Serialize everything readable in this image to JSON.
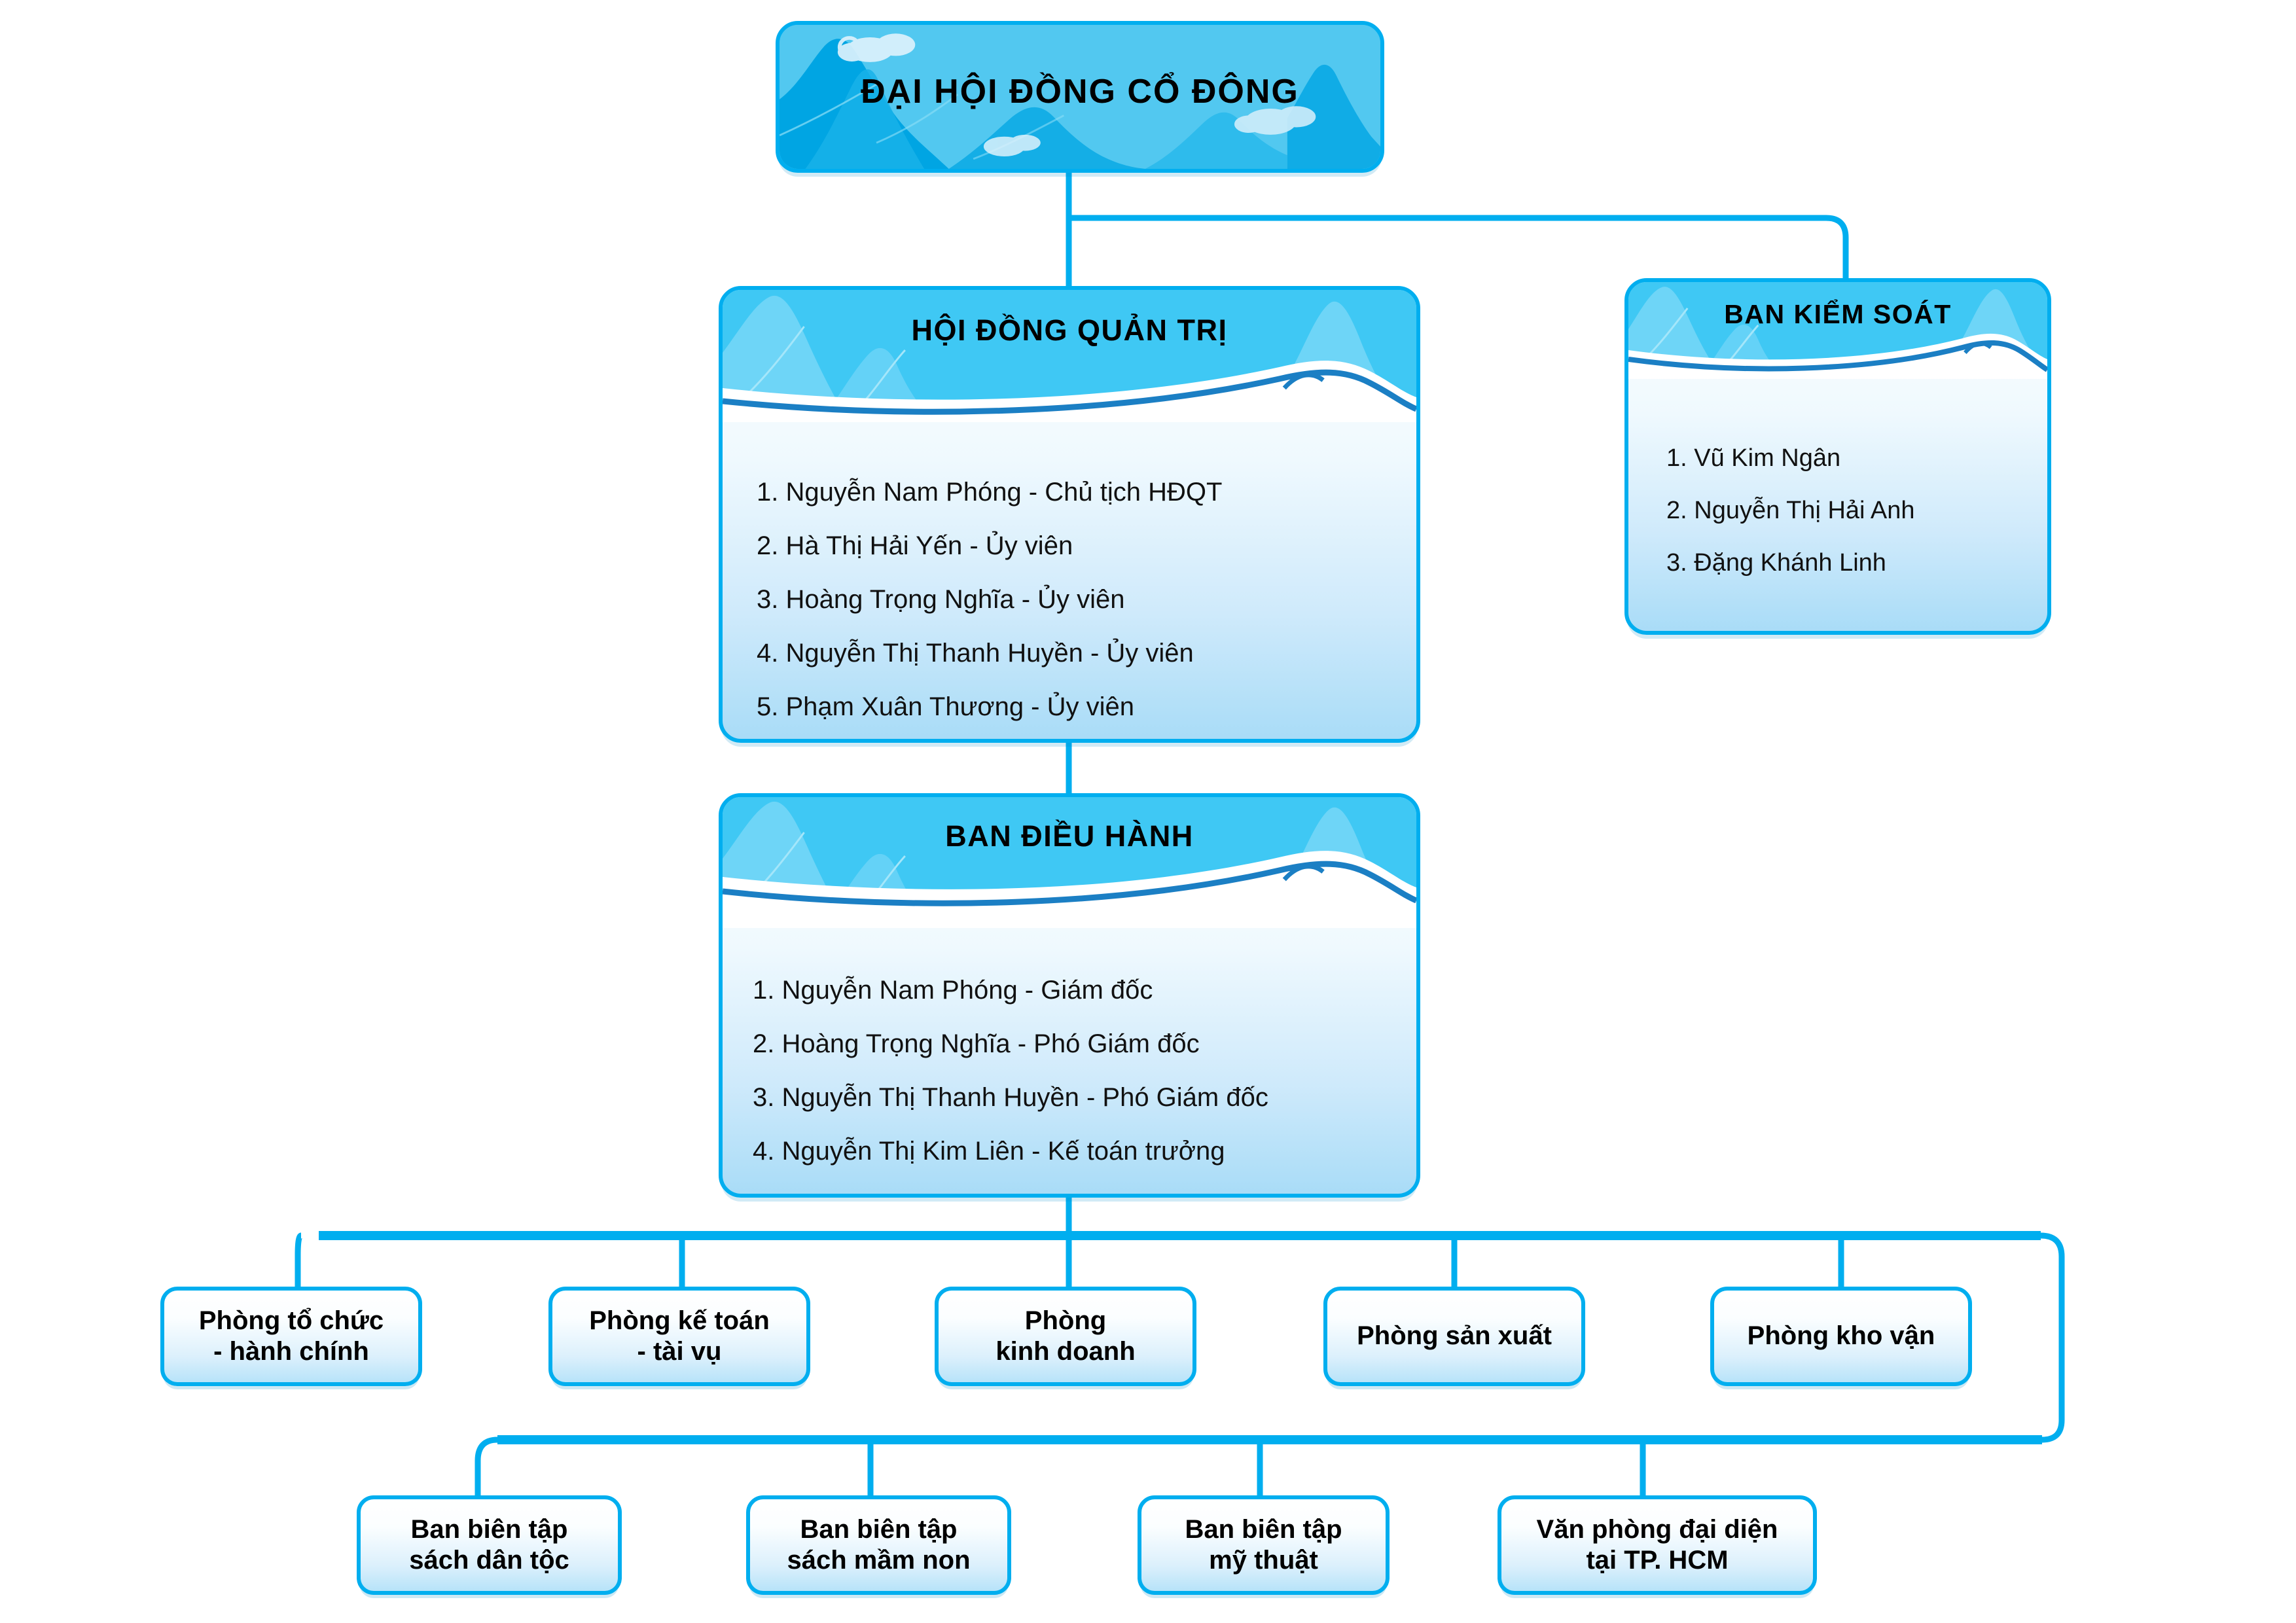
{
  "chart_title": "ĐẠI HỘI ĐỒNG CỔ ĐÔNG",
  "theme": {
    "connector_color": "#00AEEF",
    "border_color": "#00AEEF",
    "band_color": "#3FC8F4",
    "mountain_color": "#6ED5F7",
    "wave_dark": "#1B7FC4",
    "hero_sky": "#52C8F0",
    "hero_mountain": "#00A5E3",
    "text_color": "#000000"
  },
  "nodes": {
    "shareholders": {
      "title": "ĐẠI HỘI ĐỒNG CỔ ĐÔNG"
    },
    "board": {
      "title": "HỘI ĐỒNG QUẢN TRỊ",
      "members": [
        "1. Nguyễn Nam Phóng - Chủ tịch HĐQT",
        "2. Hà Thị Hải Yến - Ủy viên",
        "3. Hoàng Trọng Nghĩa - Ủy viên",
        "4. Nguyễn Thị Thanh Huyền - Ủy viên",
        "5. Phạm Xuân Thương - Ủy viên"
      ]
    },
    "supervisory": {
      "title": "BAN KIỂM SOÁT",
      "members": [
        "1. Vũ Kim Ngân",
        "2. Nguyễn Thị Hải Anh",
        "3. Đặng Khánh Linh"
      ]
    },
    "executive": {
      "title": "BAN ĐIỀU HÀNH",
      "members": [
        "1. Nguyễn Nam Phóng - Giám đốc",
        "2. Hoàng Trọng Nghĩa - Phó Giám đốc",
        "3. Nguyễn Thị Thanh Huyền - Phó Giám đốc",
        "4. Nguyễn Thị Kim Liên - Kế toán trưởng"
      ]
    }
  },
  "departments": [
    {
      "line1": "Phòng tổ chức",
      "line2": "- hành chính"
    },
    {
      "line1": "Phòng kế toán",
      "line2": "- tài vụ"
    },
    {
      "line1": "Phòng",
      "line2": "kinh doanh"
    },
    {
      "line1": "Phòng sản xuất",
      "line2": ""
    },
    {
      "line1": "Phòng kho vận",
      "line2": ""
    }
  ],
  "units": [
    {
      "line1": "Ban biên tập",
      "line2": "sách dân tộc"
    },
    {
      "line1": "Ban biên tập",
      "line2": "sách mầm non"
    },
    {
      "line1": "Ban biên tập",
      "line2": "mỹ thuật"
    },
    {
      "line1": "Văn phòng đại diện",
      "line2": "tại TP. HCM"
    }
  ]
}
